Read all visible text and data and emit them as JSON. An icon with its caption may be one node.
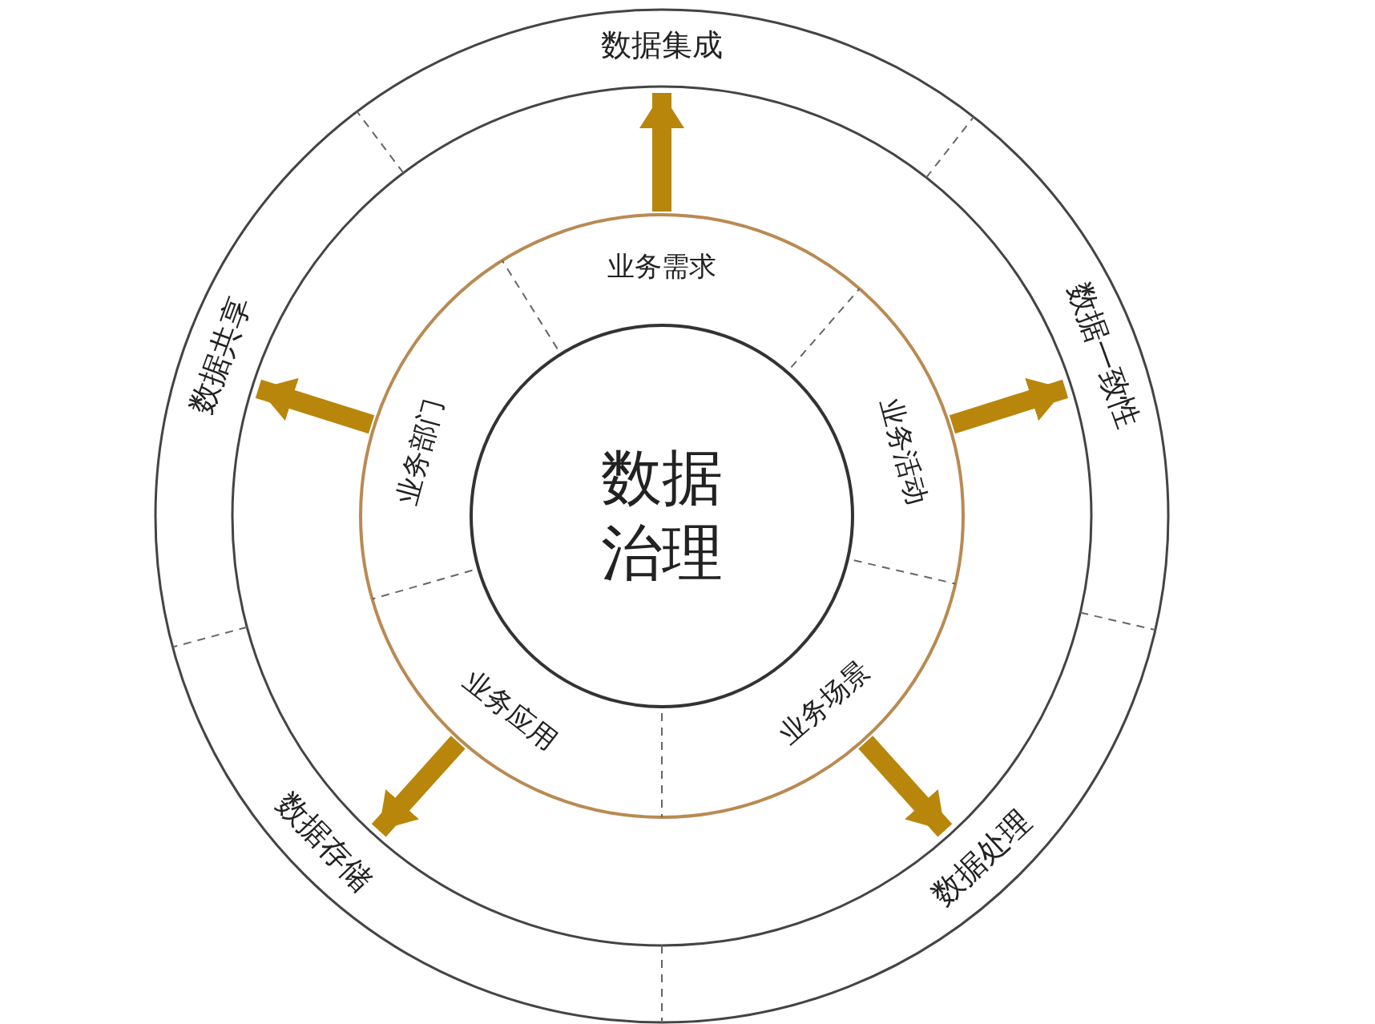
{
  "diagram": {
    "nodes": [
      {
        "text": [
          "数据治理"
        ]
      },
      {
        "text": [
          "业务需求"
        ]
      },
      {
        "text": [
          "业务活动"
        ]
      },
      {
        "text": [
          "业务场景"
        ]
      },
      {
        "text": [
          "业务应用"
        ]
      },
      {
        "text": [
          "业务部门"
        ]
      },
      {
        "text": [
          "数据集成"
        ]
      },
      {
        "text": [
          "数据一致性"
        ]
      },
      {
        "text": [
          "数据处理"
        ]
      },
      {
        "text": [
          "数据存储"
        ]
      },
      {
        "text": [
          "数据共享"
        ]
      }
    ],
    "edges": [
      {
        "from": 1,
        "to": 6,
        "arrow": "to"
      },
      {
        "from": 2,
        "to": 7,
        "arrow": "to"
      },
      {
        "from": 3,
        "to": 8,
        "arrow": "to"
      },
      {
        "from": 4,
        "to": 9,
        "arrow": "to"
      },
      {
        "from": 5,
        "to": 10,
        "arrow": "to"
      }
    ]
  }
}
